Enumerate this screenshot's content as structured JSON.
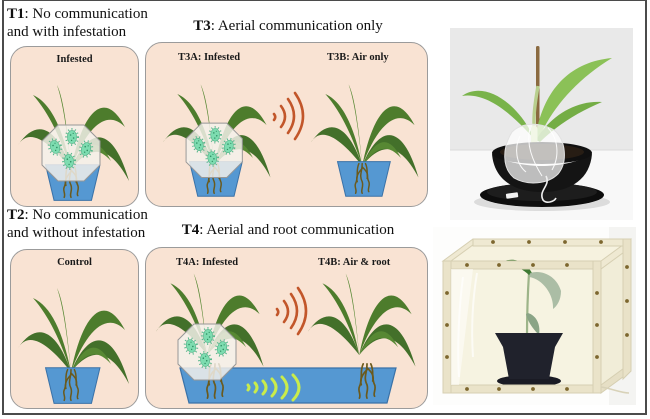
{
  "figure": {
    "border_color": "#4b4b4b",
    "panel_bg": "#f9e3d3",
    "panel_border": "#9b9b9b",
    "colors": {
      "leaf_green": "#4d7c2c",
      "pot_blue": "#5598d2",
      "root_brown": "#6b5a1d",
      "aphid_green": "#7ddcb0",
      "aerial_signal_orange": "#c2562a",
      "root_signal_green": "#c9ec4b"
    },
    "treatments": {
      "t1": {
        "code": "T1",
        "title": ": No communication and with infestation",
        "panel_label": "Infested"
      },
      "t2": {
        "code": "T2",
        "title": ": No communication and without infestation",
        "panel_label": "Control"
      },
      "t3": {
        "code": "T3",
        "title": ": Aerial communication only",
        "left_label": "T3A: Infested",
        "right_label": "T3B: Air only"
      },
      "t4": {
        "code": "T4",
        "title": ": Aerial and root communication",
        "left_label": "T4A: Infested",
        "right_label": "T4B: Air & root"
      }
    },
    "icons": {
      "aerial_signal": "aerial-signal-arcs-icon",
      "root_signal": "root-signal-arcs-icon",
      "aphid": "aphid-icon",
      "mesh_bag": "mesh-bag-octagon-icon"
    },
    "photos": {
      "top": "potted maize seedling with mesh bag",
      "bottom": "maize seedling inside transparent cage"
    }
  }
}
